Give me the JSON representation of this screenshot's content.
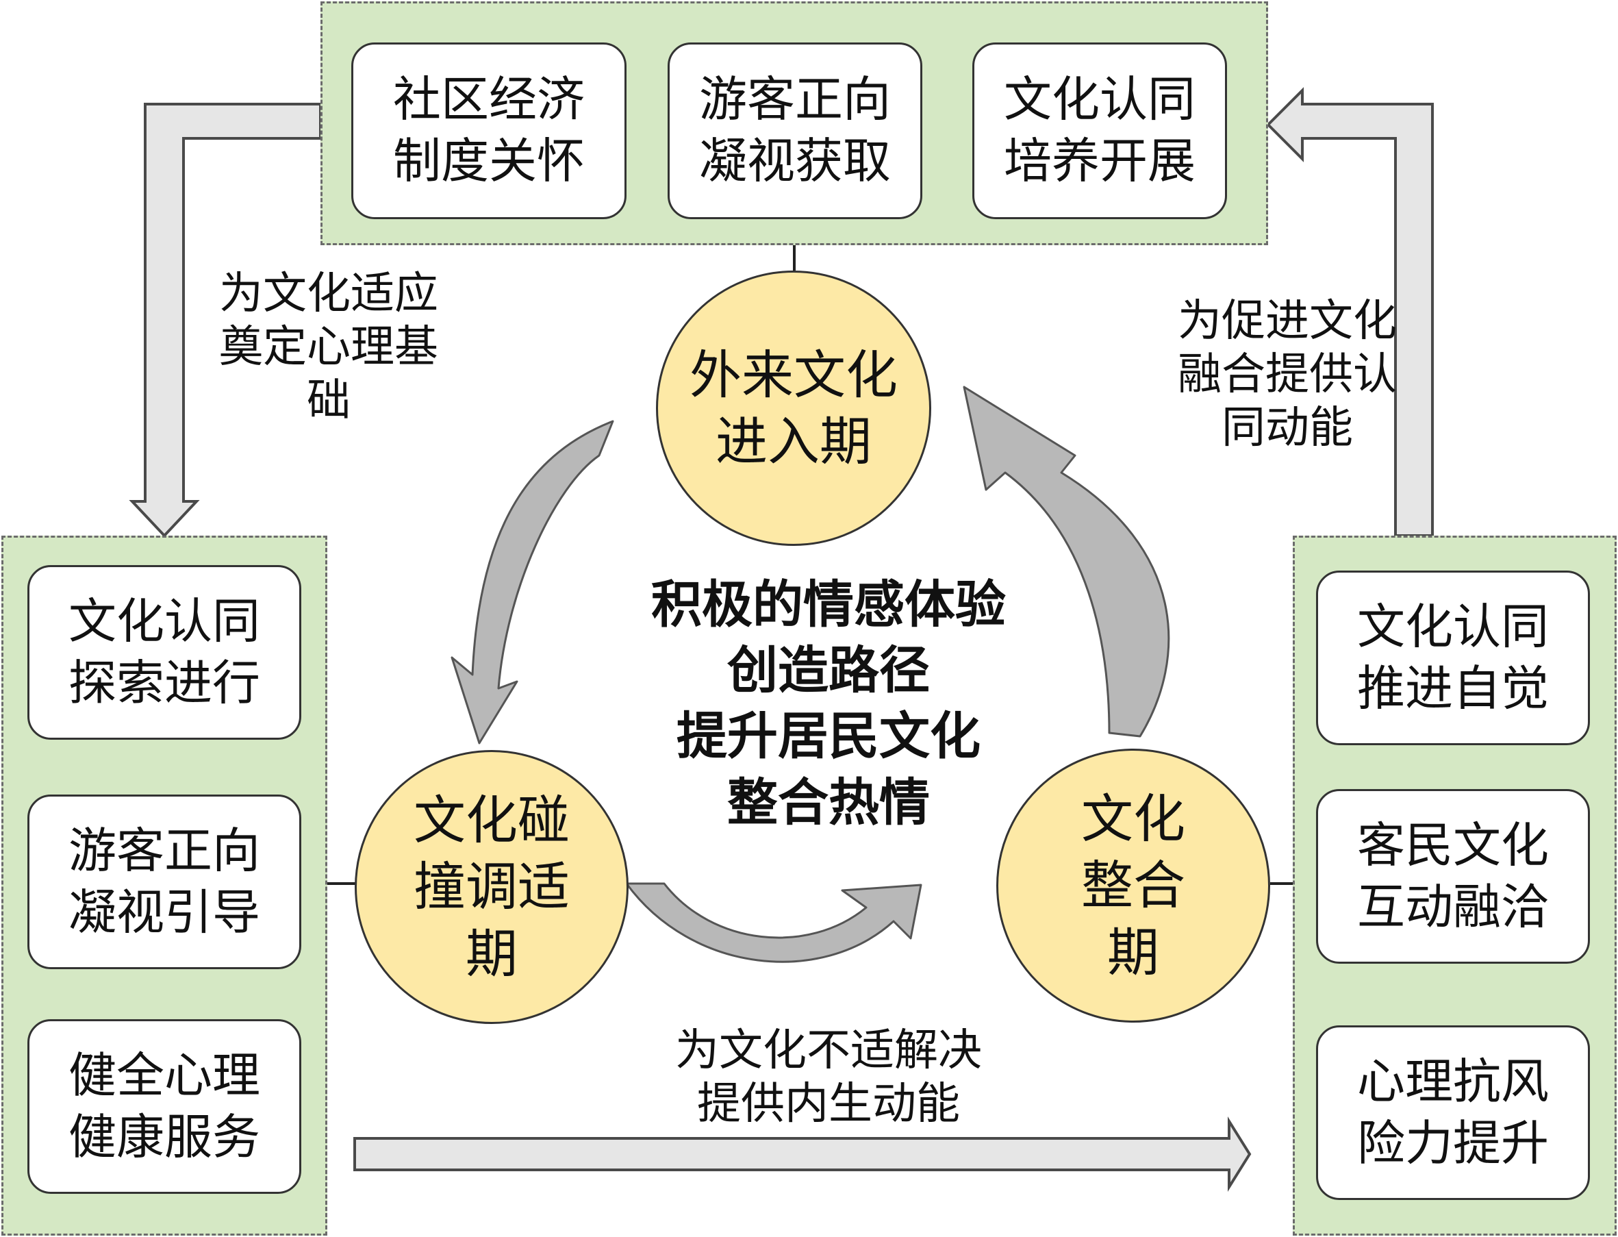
{
  "top_panel": {
    "cards": [
      {
        "line1": "社区经济",
        "line2": "制度关怀"
      },
      {
        "line1": "游客正向",
        "line2": "凝视获取"
      },
      {
        "line1": "文化认同",
        "line2": "培养开展"
      }
    ]
  },
  "left_panel": {
    "cards": [
      {
        "line1": "文化认同",
        "line2": "探索进行"
      },
      {
        "line1": "游客正向",
        "line2": "凝视引导"
      },
      {
        "line1": "健全心理",
        "line2": "健康服务"
      }
    ]
  },
  "right_panel": {
    "cards": [
      {
        "line1": "文化认同",
        "line2": "推进自觉"
      },
      {
        "line1": "客民文化",
        "line2": "互动融洽"
      },
      {
        "line1": "心理抗风",
        "line2": "险力提升"
      }
    ]
  },
  "phases": {
    "top": {
      "line1": "外来文化",
      "line2": "进入期"
    },
    "left": {
      "line1": "文化碰",
      "line2": "撞调适",
      "line3": "期"
    },
    "right": {
      "line1": "文化",
      "line2": "整合",
      "line3": "期"
    }
  },
  "center_text": {
    "line1": "积极的情感体验",
    "line2": "创造路径",
    "line3": "提升居民文化",
    "line4": "整合热情"
  },
  "labels": {
    "left": {
      "line1": "为文化适应",
      "line2": "奠定心理基",
      "line3": "础"
    },
    "right": {
      "line1": "为促进文化",
      "line2": "融合提供认",
      "line3": "同动能"
    },
    "bottom": {
      "line1": "为文化不适解决",
      "line2": "提供内生动能"
    }
  },
  "colors": {
    "panel_fill": "#d5e8c4",
    "circle_fill": "#fde9a6",
    "arrow_fill": "#e6e6e6",
    "curved_arrow_fill": "#b8b8b8"
  }
}
